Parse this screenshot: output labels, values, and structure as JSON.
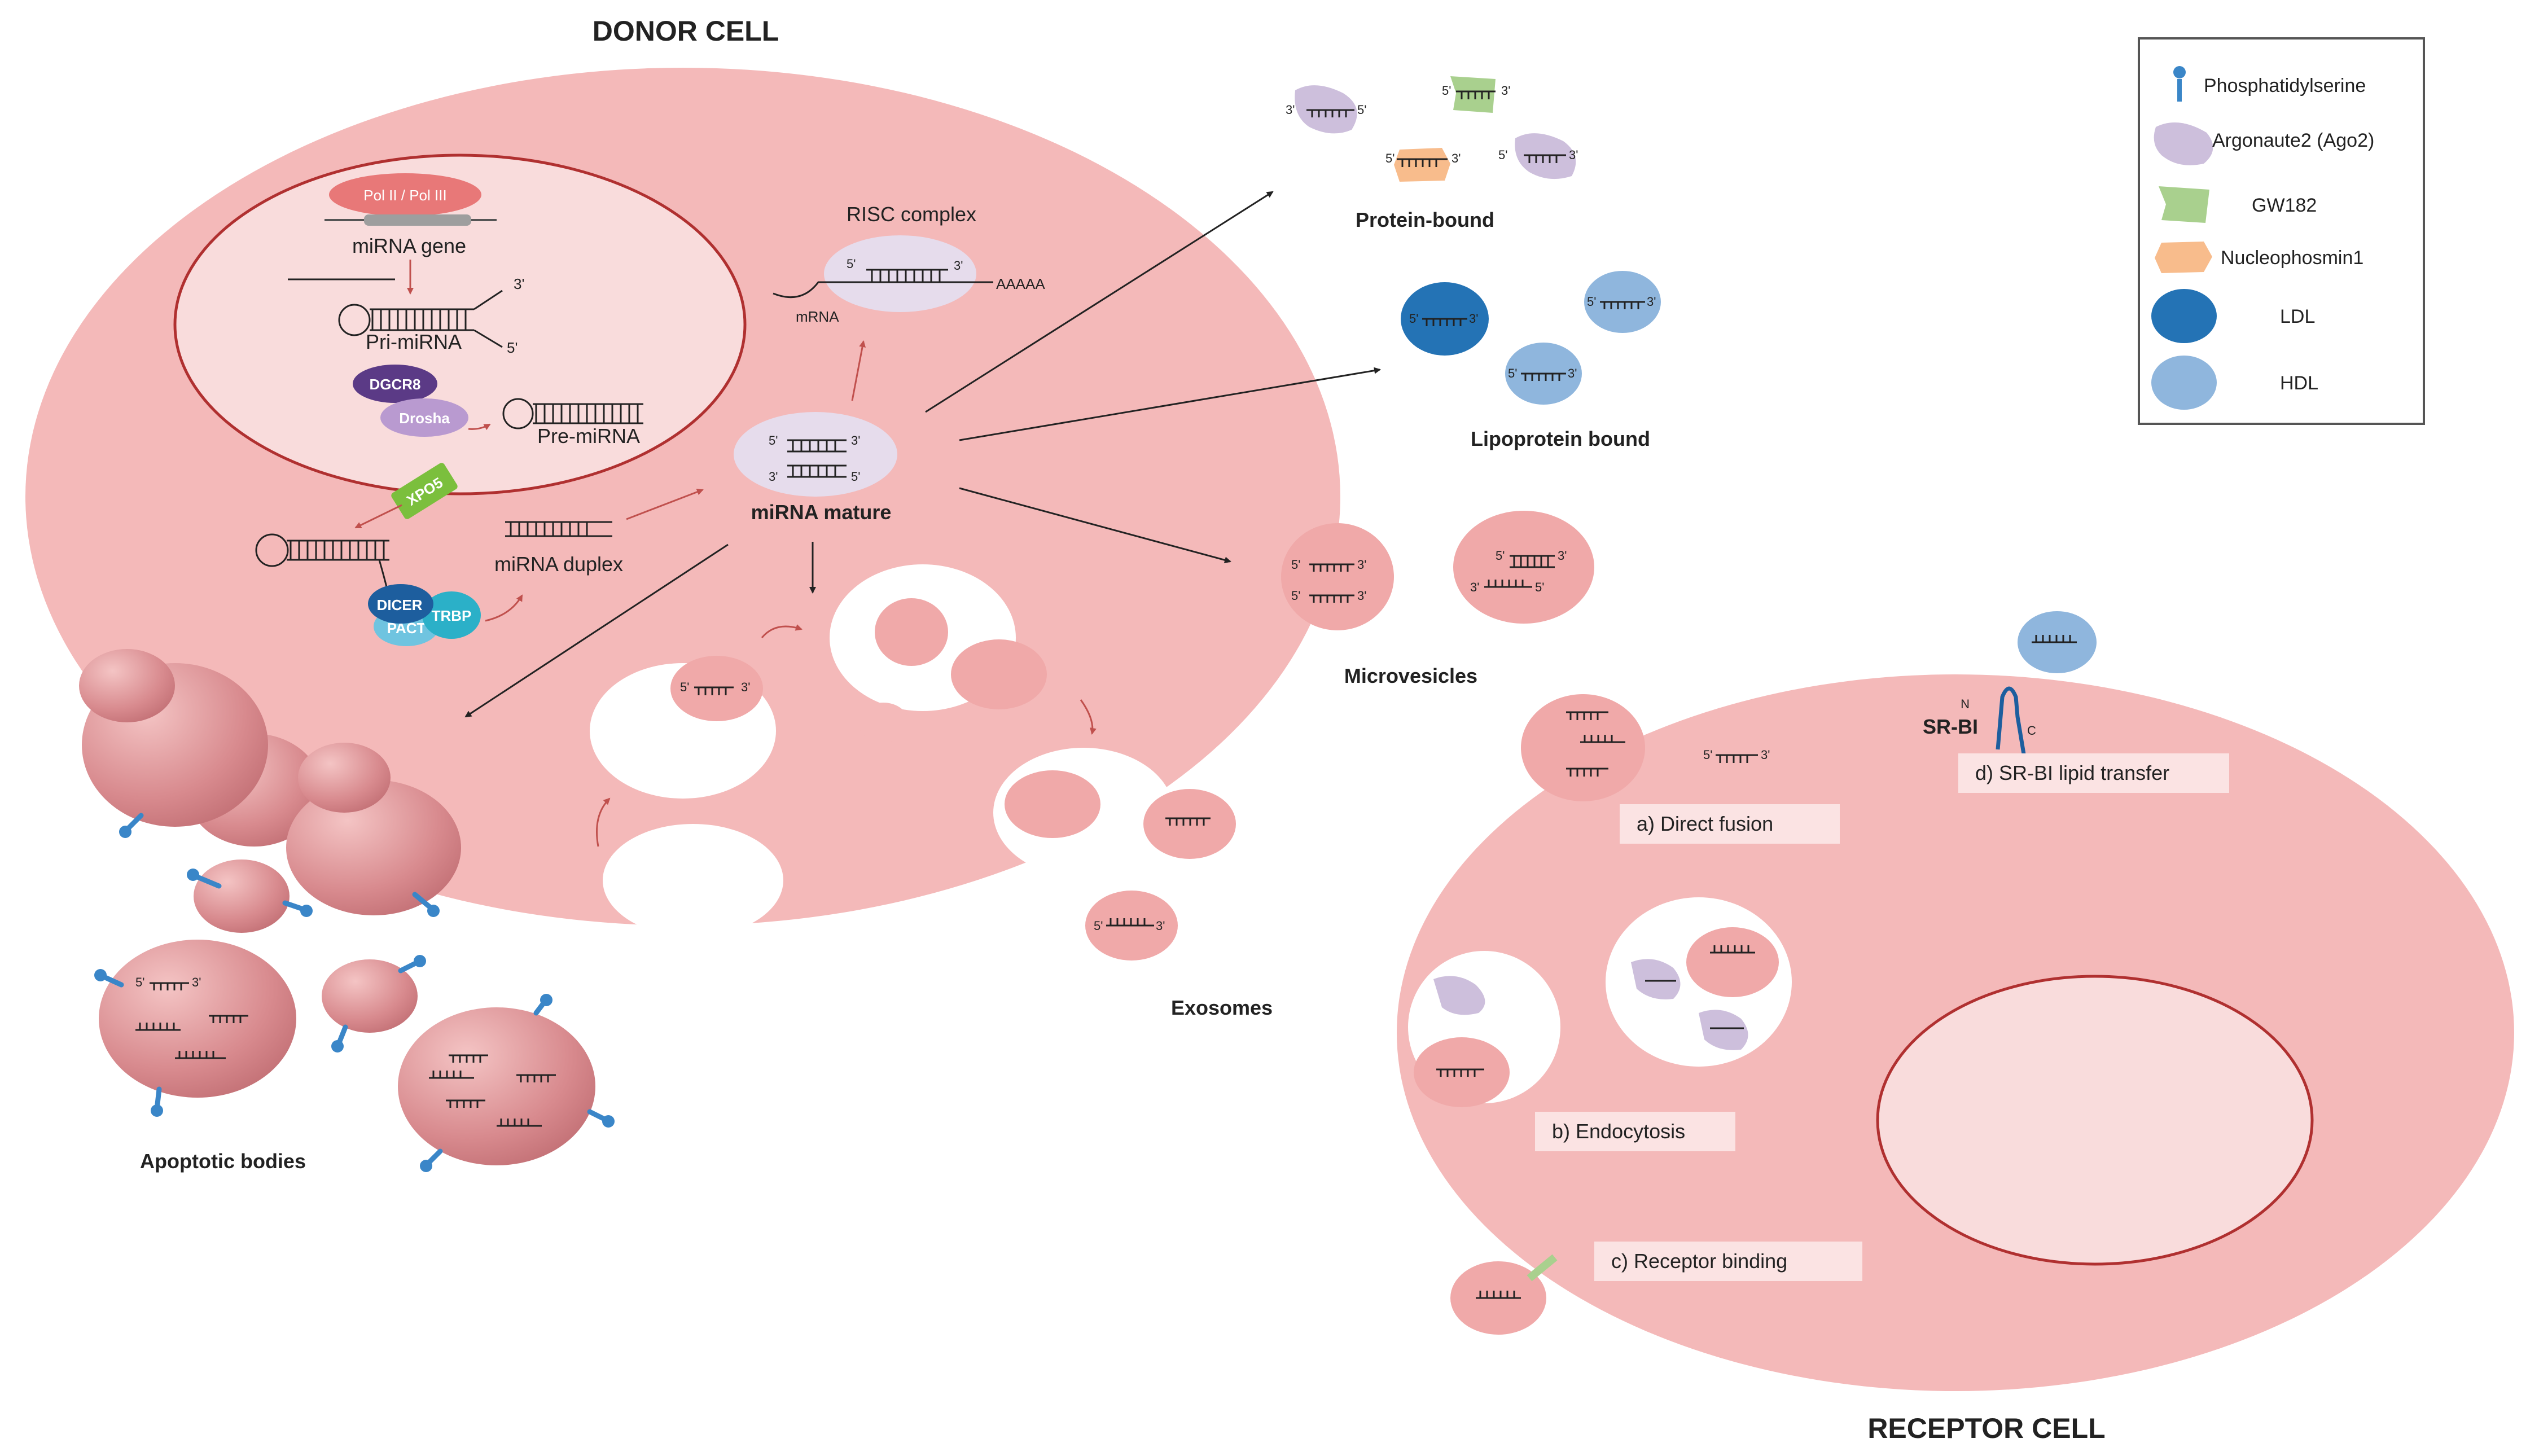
{
  "titles": {
    "donor_cell": "DONOR CELL",
    "receptor_cell": "RECEPTOR CELL"
  },
  "nucleus": {
    "polymerase": "Pol II / Pol III",
    "mirna_gene": "miRNA gene",
    "pri_mirna": "Pri-miRNA",
    "pre_mirna": "Pre-miRNA",
    "dgcr8": "DGCR8",
    "drosha": "Drosha"
  },
  "cytoplasm": {
    "xpo5": "XPO5",
    "dicer": "DICER",
    "trbp": "TRBP",
    "pact": "PACT",
    "mirna_duplex": "miRNA duplex",
    "mirna_mature": "miRNA mature",
    "risc_complex": "RISC complex",
    "mrna": "mRNA",
    "polya": "AAAAA"
  },
  "ends": {
    "five": "5'",
    "three": "3'"
  },
  "carriers": {
    "protein_bound": "Protein-bound",
    "lipoprotein_bound": "Lipoprotein bound",
    "microvesicles": "Microvesicles",
    "exosomes": "Exosomes",
    "apoptotic_bodies": "Apoptotic bodies"
  },
  "uptake": {
    "direct_fusion": "a)   Direct fusion",
    "endocytosis": "b)   Endocytosis",
    "receptor_binding": "c)   Receptor binding",
    "srbi_transfer": "d)   SR-BI lipid transfer",
    "srbi": "SR-BI",
    "n_term": "N",
    "c_term": "C"
  },
  "legend": {
    "items": [
      {
        "label": "Phosphatidylserine",
        "icon": "phosphatidylserine-icon",
        "color": "#3a86c8"
      },
      {
        "label": "Argonaute2 (Ago2)",
        "icon": "argonaute2-icon",
        "color": "#cdbfdc"
      },
      {
        "label": "GW182",
        "icon": "gw182-icon",
        "color": "#a9d08e"
      },
      {
        "label": "Nucleophosmin1",
        "icon": "nucleophosmin1-icon",
        "color": "#f8bc8c"
      },
      {
        "label": "LDL",
        "icon": "ldl-icon",
        "color": "#2473b5"
      },
      {
        "label": "HDL",
        "icon": "hdl-icon",
        "color": "#8fb6dd"
      }
    ]
  },
  "colors": {
    "cell": "#f4b9b9",
    "nucleus": "#f9dcdc",
    "nucleus_border": "#b03030",
    "vesicle": "#eea0a0",
    "arrow_red": "#c0504d",
    "dgcr8": "#5b3a86",
    "drosha": "#b99ad0",
    "dicer": "#1d5e9e",
    "trbp": "#2bb0c8",
    "pact": "#6fc4e0",
    "xpo5": "#7bbf3d",
    "pol": "#e87878"
  }
}
